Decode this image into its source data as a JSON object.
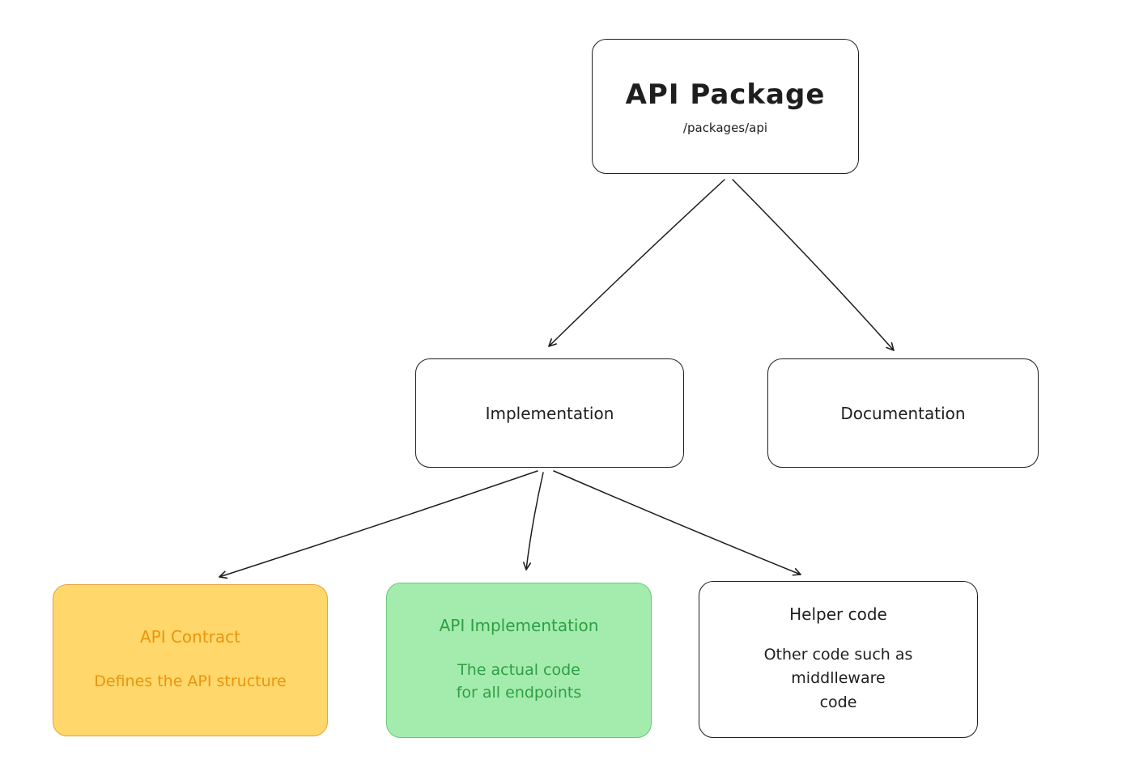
{
  "style": {
    "canvas_background": "#ffffff",
    "stroke_color": "#1e1e1e"
  },
  "nodes": {
    "api_package": {
      "title": "API Package",
      "subtitle": "/packages/api"
    },
    "implementation": {
      "label": "Implementation"
    },
    "documentation": {
      "label": "Documentation"
    },
    "api_contract": {
      "title": "API Contract",
      "description": "Defines the API structure",
      "fill": "#ffd76a",
      "border": "#e6a23c",
      "text": "#e8960d"
    },
    "api_implementation": {
      "title": "API Implementation",
      "description_lines": [
        "The actual code",
        "for all endpoints"
      ],
      "fill": "#a4ecae",
      "border": "#69c779",
      "text": "#2f9e44"
    },
    "helper_code": {
      "title": "Helper code",
      "description_lines": [
        "Other code such as",
        "middlleware",
        "code"
      ],
      "fill": "#ffffff",
      "border": "#1e1e1e",
      "text": "#1e1e1e"
    }
  }
}
